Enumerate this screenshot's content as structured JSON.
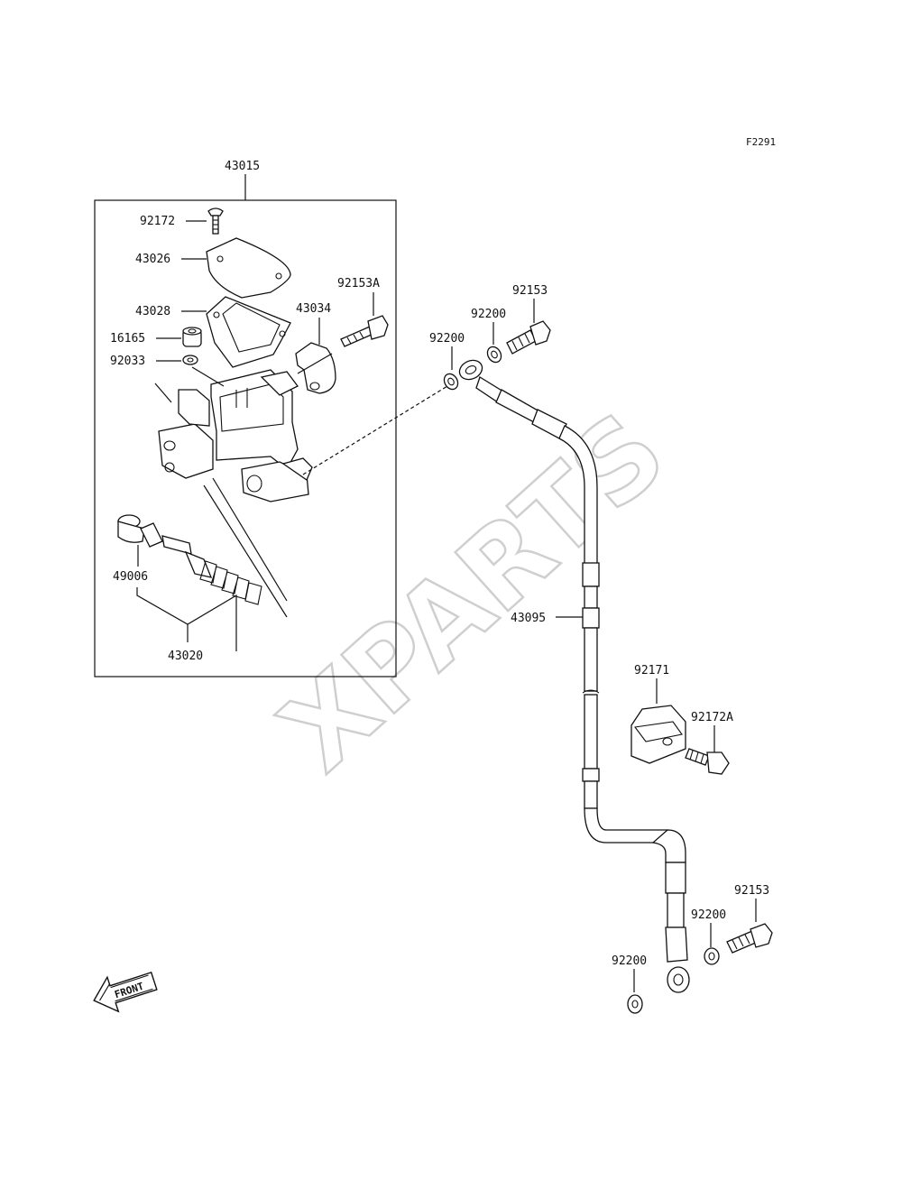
{
  "figure_code": "F2291",
  "watermark": "XPARTS",
  "front_label": "FRONT",
  "labels": {
    "p43015": "43015",
    "p92172": "92172",
    "p43026": "43026",
    "p43028": "43028",
    "p16165": "16165",
    "p92033": "92033",
    "p43034": "43034",
    "p92153A": "92153A",
    "p49006": "49006",
    "p43020": "43020",
    "p92153_top": "92153",
    "p92200_a": "92200",
    "p92200_b": "92200",
    "p43095": "43095",
    "p92171": "92171",
    "p92172A": "92172A",
    "p92153_bottom": "92153",
    "p92200_c": "92200",
    "p92200_d": "92200"
  }
}
